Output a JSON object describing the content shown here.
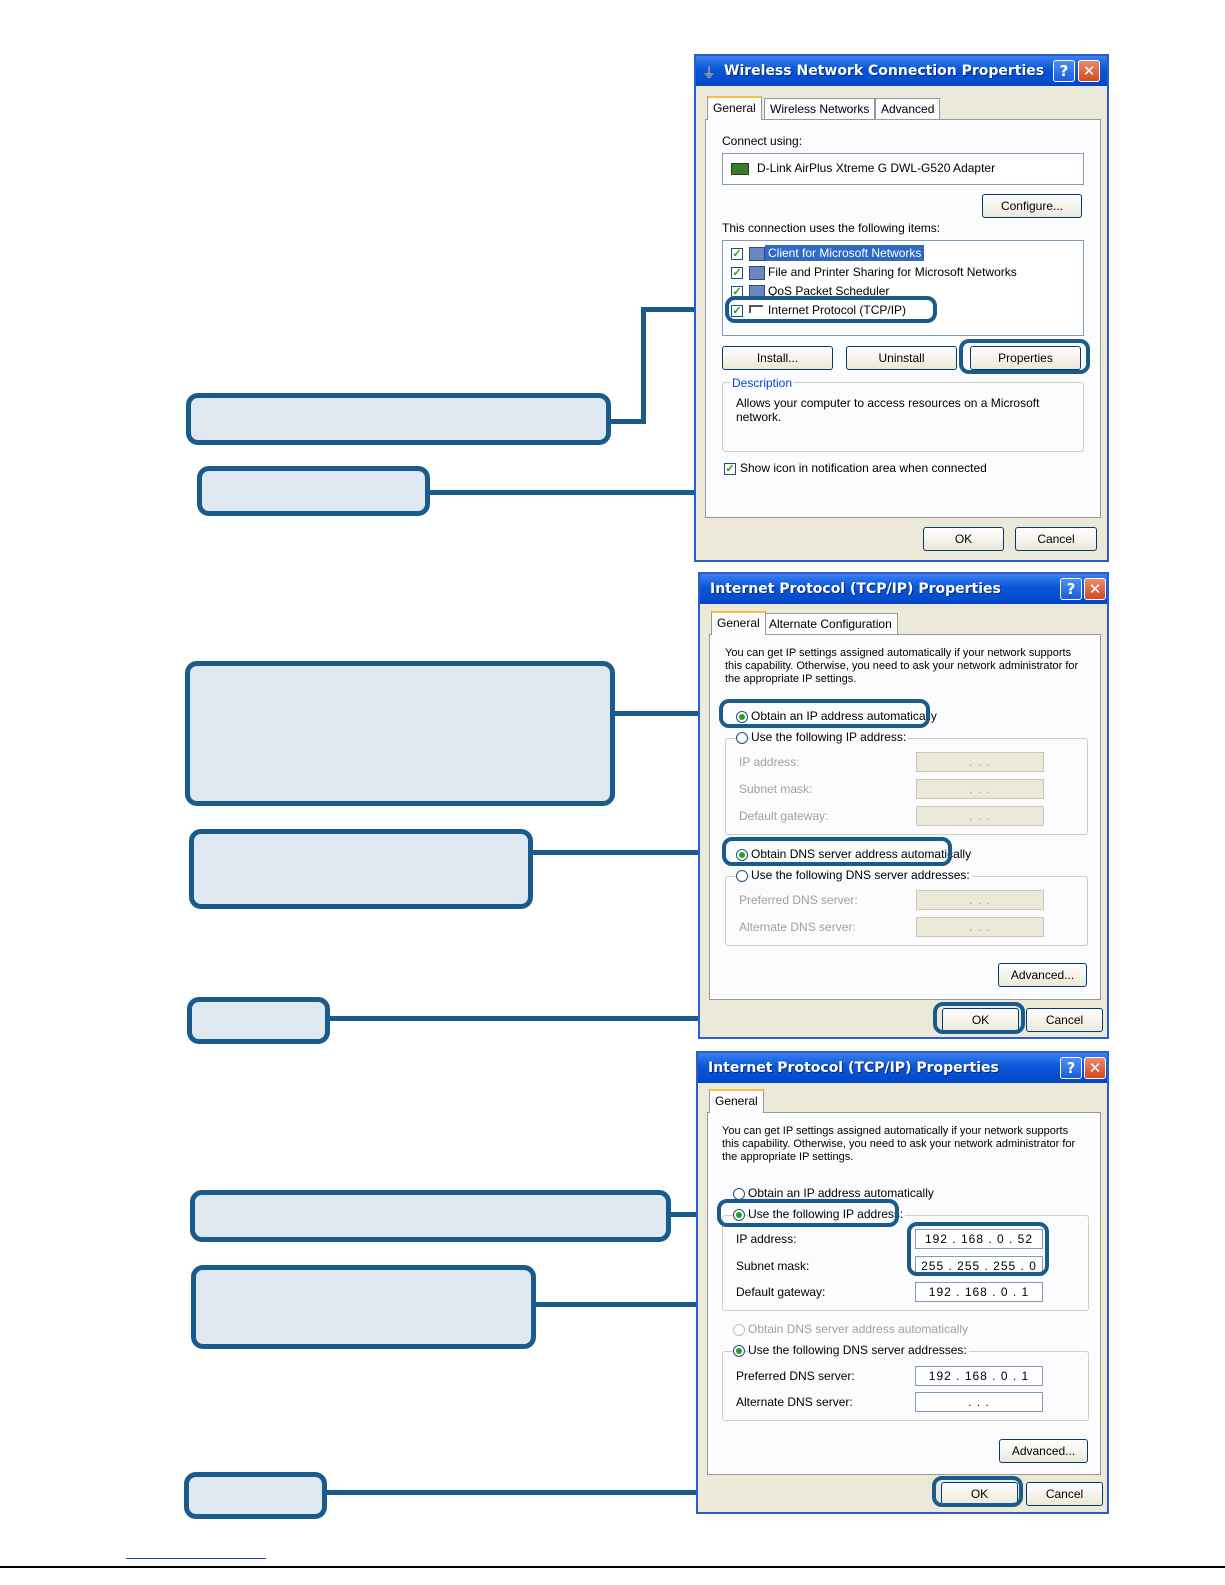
{
  "dialog1": {
    "title": "Wireless Network Connection Properties",
    "help": "?",
    "close": "✕",
    "tabs": [
      "General",
      "Wireless Networks",
      "Advanced"
    ],
    "connect_using_label": "Connect using:",
    "adapter": "D-Link AirPlus Xtreme G DWL-G520 Adapter",
    "configure_button": "Configure...",
    "items_label": "This connection uses the following items:",
    "items": [
      "Client for Microsoft Networks",
      "File and Printer Sharing for Microsoft Networks",
      "QoS Packet Scheduler",
      "Internet Protocol (TCP/IP)"
    ],
    "install_button": "Install...",
    "uninstall_button": "Uninstall",
    "properties_button": "Properties",
    "description_label": "Description",
    "description_text": "Allows your computer to access resources on a Microsoft network.",
    "show_icon_label": "Show icon in notification area when connected",
    "ok": "OK",
    "cancel": "Cancel"
  },
  "dialog2": {
    "title": "Internet Protocol (TCP/IP) Properties",
    "help": "?",
    "close": "✕",
    "tabs": [
      "General",
      "Alternate Configuration"
    ],
    "intro": "You can get IP settings assigned automatically if your network supports this capability. Otherwise, you need to ask your network administrator for the appropriate IP settings.",
    "obtain_ip": "Obtain an IP address automatically",
    "use_ip": "Use the following IP address:",
    "ip_label": "IP address:",
    "subnet_label": "Subnet mask:",
    "gateway_label": "Default gateway:",
    "blank_field": ". . .",
    "obtain_dns": "Obtain DNS server address automatically",
    "use_dns": "Use the following DNS server addresses:",
    "preferred_dns_label": "Preferred DNS server:",
    "alternate_dns_label": "Alternate DNS server:",
    "advanced_button": "Advanced...",
    "ok": "OK",
    "cancel": "Cancel"
  },
  "dialog3": {
    "title": "Internet Protocol (TCP/IP) Properties",
    "help": "?",
    "close": "✕",
    "tabs": [
      "General"
    ],
    "intro": "You can get IP settings assigned automatically if your network supports this capability. Otherwise, you need to ask your network administrator for the appropriate IP settings.",
    "obtain_ip": "Obtain an IP address automatically",
    "use_ip": "Use the following IP address:",
    "ip_label": "IP address:",
    "ip_value": "192 . 168 .  0  .  52",
    "subnet_label": "Subnet mask:",
    "subnet_value": "255 . 255 . 255 .  0",
    "gateway_label": "Default gateway:",
    "gateway_value": "192 . 168 .  0  .  1",
    "obtain_dns": "Obtain DNS server address automatically",
    "use_dns": "Use the following DNS server addresses:",
    "preferred_dns_label": "Preferred DNS server:",
    "preferred_dns_value": "192 . 168 .  0  .  1",
    "alternate_dns_label": "Alternate DNS server:",
    "alternate_dns_value": ".    .    .",
    "advanced_button": "Advanced...",
    "ok": "OK",
    "cancel": "Cancel"
  },
  "colors": {
    "callout_border": "#1a5b8e",
    "callout_fill": "#dfe8f1",
    "xp_title_blue": "#0a56d8",
    "xp_face": "#ece9d8"
  }
}
